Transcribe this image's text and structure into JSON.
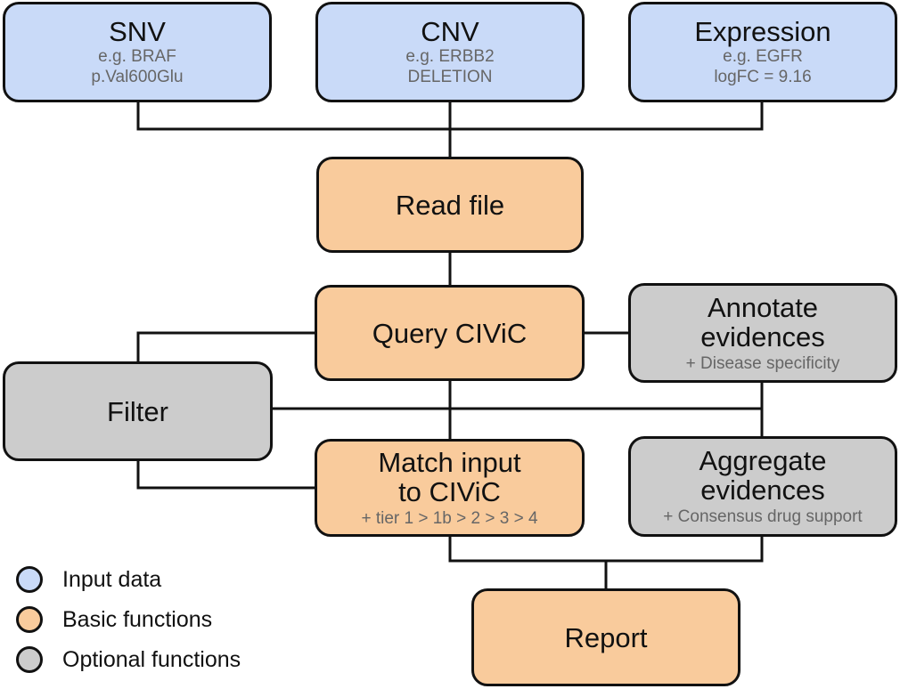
{
  "colors": {
    "input": "#c9daf8",
    "basic": "#f9cb9c",
    "optional": "#cccccc",
    "line": "#111111",
    "subtext": "#666666"
  },
  "nodes": {
    "snv": {
      "title": "SNV",
      "line1": "e.g. BRAF",
      "line2": "p.Val600Glu"
    },
    "cnv": {
      "title": "CNV",
      "line1": "e.g. ERBB2",
      "line2": "DELETION"
    },
    "expression": {
      "title": "Expression",
      "line1": "e.g. EGFR",
      "line2": "logFC = 9.16"
    },
    "read_file": {
      "title": "Read file"
    },
    "query_civic": {
      "title": "Query CIViC"
    },
    "annotate": {
      "title1": "Annotate",
      "title2": "evidences",
      "note": "+ Disease specificity"
    },
    "filter": {
      "title": "Filter"
    },
    "match": {
      "title1": "Match input",
      "title2": "to CIViC",
      "note": "+ tier 1 > 1b > 2 > 3 > 4"
    },
    "aggregate": {
      "title1": "Aggregate",
      "title2": "evidences",
      "note": "+ Consensus drug support"
    },
    "report": {
      "title": "Report"
    }
  },
  "legend": [
    {
      "label": "Input data",
      "color": "#c9daf8"
    },
    {
      "label": "Basic functions",
      "color": "#f9cb9c"
    },
    {
      "label": "Optional functions",
      "color": "#cccccc"
    }
  ]
}
